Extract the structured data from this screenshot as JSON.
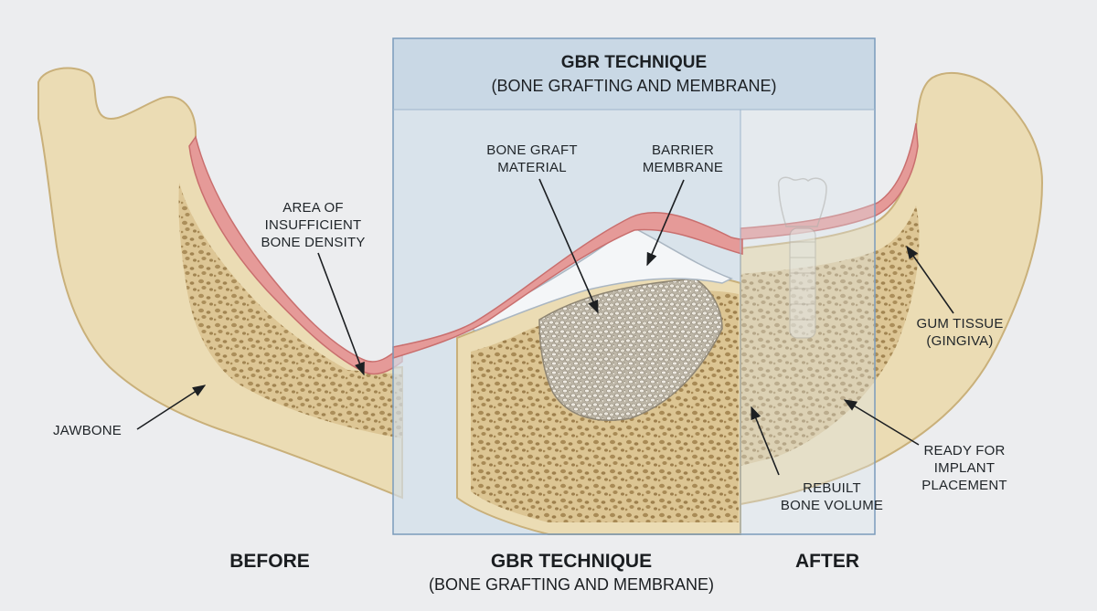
{
  "panel": {
    "title": "GBR TECHNIQUE",
    "subtitle": "(BONE GRAFTING AND MEMBRANE)"
  },
  "labels": {
    "bone_graft": "BONE GRAFT\nMATERIAL",
    "barrier": "BARRIER\nMEMBRANE",
    "insufficient": "AREA OF\nINSUFFICIENT\nBONE DENSITY",
    "jawbone": "JAWBONE",
    "gum": "GUM TISSUE\n(GINGIVA)",
    "ready": "READY FOR\nIMPLANT\nPLACEMENT",
    "rebuilt": "REBUILT\nBONE VOLUME"
  },
  "bottom": {
    "before": "BEFORE",
    "gbr_title": "GBR TECHNIQUE",
    "gbr_subtitle": "(BONE GRAFTING AND MEMBRANE)",
    "after": "AFTER"
  },
  "colors": {
    "background": "#ecedef",
    "bone": "#ebdcb4",
    "bone_dark": "#c9b07a",
    "gum": "#e59a98",
    "panel": "#b8cde0",
    "panel_border": "#7b9bbb",
    "graft": "#c9c2b3"
  }
}
